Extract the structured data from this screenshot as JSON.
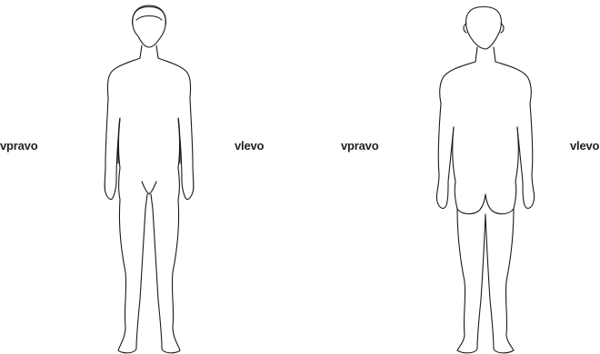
{
  "labels": {
    "front_right": "vpravo",
    "front_left": "vlevo",
    "back_right": "vpravo",
    "back_left": "vlevo"
  },
  "figures": {
    "front": "front-view-body-outline",
    "back": "back-view-body-outline"
  },
  "colors": {
    "line": "#1a1a1a",
    "text": "#231f20",
    "background": "#ffffff"
  }
}
